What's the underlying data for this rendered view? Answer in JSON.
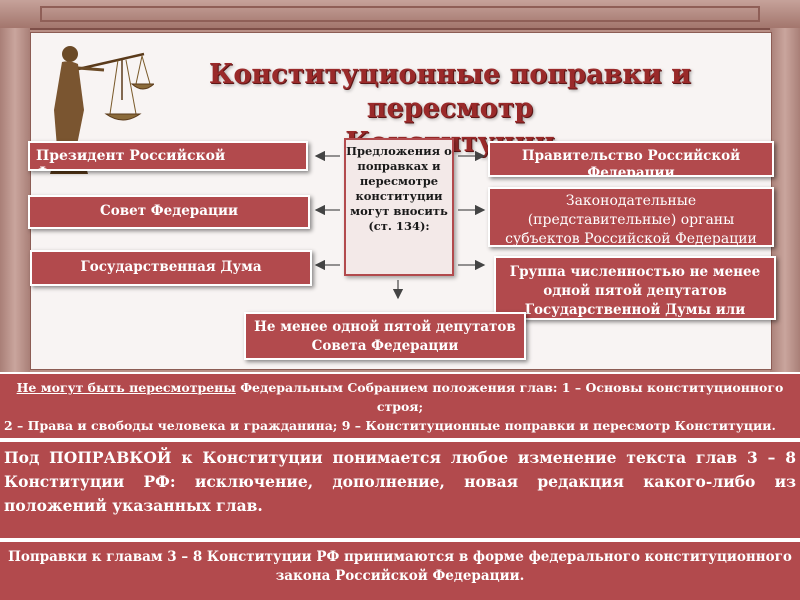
{
  "title": {
    "line1": "Конституционные поправки и пересмотр",
    "line2": "Конституции"
  },
  "center_box": {
    "text": "Предложения о поправках и пересмотре конституции могут вносить (ст. 134):"
  },
  "left_boxes": [
    "Президент Российской Федерации",
    "Совет Федерации",
    "Государственная Дума"
  ],
  "right_boxes": [
    "Правительство Российской Федерации",
    "Законодательные (представительные) органы субъектов Российской Федерации",
    "Группа численностью не менее одной пятой депутатов Государственной Думы  или"
  ],
  "bottom_center_box": "Не менее одной пятой депутатов Совета Федерации",
  "info1": {
    "underlined": "Не могут быть пересмотрены",
    "rest": " Федеральным Собранием положения глав:  1 – Основы конституционного строя;",
    "row2": "2 – Права и свободы человека и гражданина;   9 – Конституционные поправки и пересмотр Конституции."
  },
  "info2": "Под   ПОПРАВКОЙ   к Конституции понимается любое изменение текста глав 3 – 8 Конституции  РФ: исключение, дополнение, новая редакция какого-либо из положений указанных глав.",
  "info3": "Поправки к главам 3 – 8 Конституции РФ принимаются в форме федерального конституционного закона Российской Федерации.",
  "colors": {
    "box_fill": "#b24a4d",
    "title": "#9a2a2a",
    "frame": "#b98f86"
  },
  "icons": {
    "scales": "justice-scales-statue-icon",
    "arrows": "arrow-icon"
  }
}
